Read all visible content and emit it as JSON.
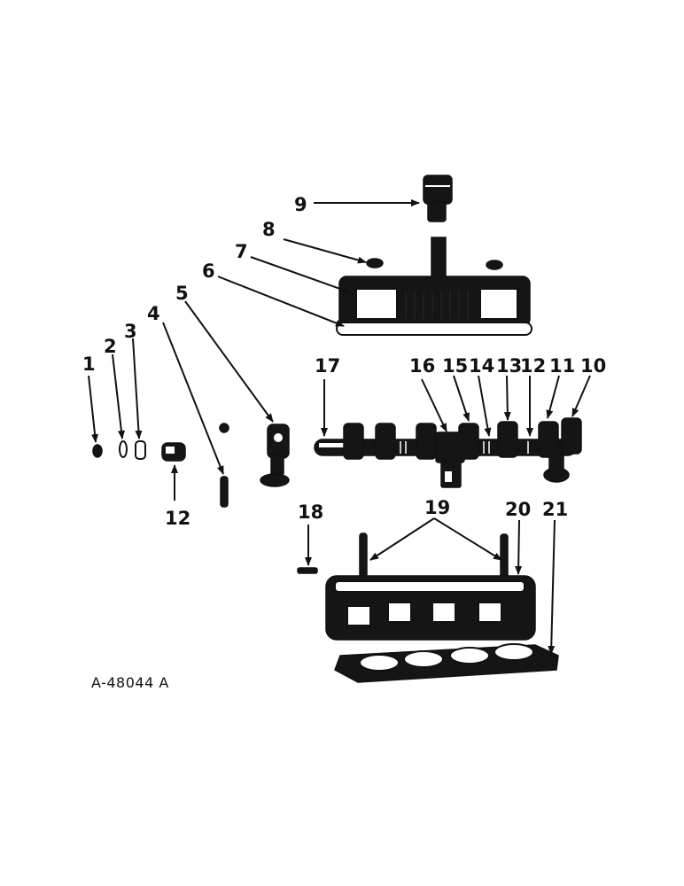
{
  "callouts": {
    "c1": "1",
    "c2": "2",
    "c3": "3",
    "c4": "4",
    "c5": "5",
    "c6": "6",
    "c7": "7",
    "c8": "8",
    "c9": "9",
    "c10": "10",
    "c11": "11",
    "c12a": "12",
    "c12b": "12",
    "c13": "13",
    "c14": "14",
    "c15": "15",
    "c16": "16",
    "c17": "17",
    "c18": "18",
    "c19": "19",
    "c20": "20",
    "c21": "21"
  },
  "figure_ref": "A-48044 A",
  "colors": {
    "ink": "#111111",
    "paper": "#ffffff"
  }
}
